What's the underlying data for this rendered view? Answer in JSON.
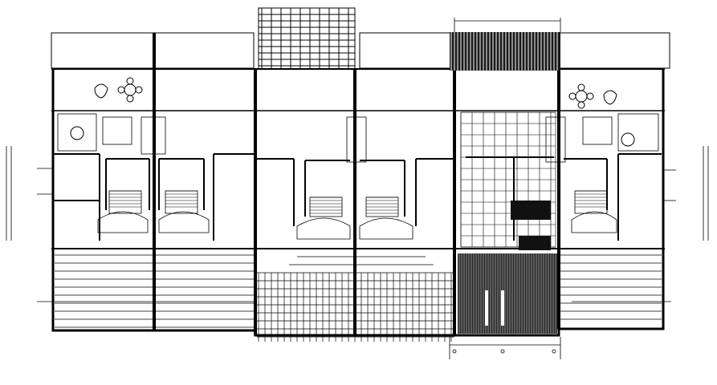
{
  "drawing": {
    "kind": "architectural floor plan",
    "style": "black linework on white",
    "units": 6,
    "unit_labels": []
  }
}
